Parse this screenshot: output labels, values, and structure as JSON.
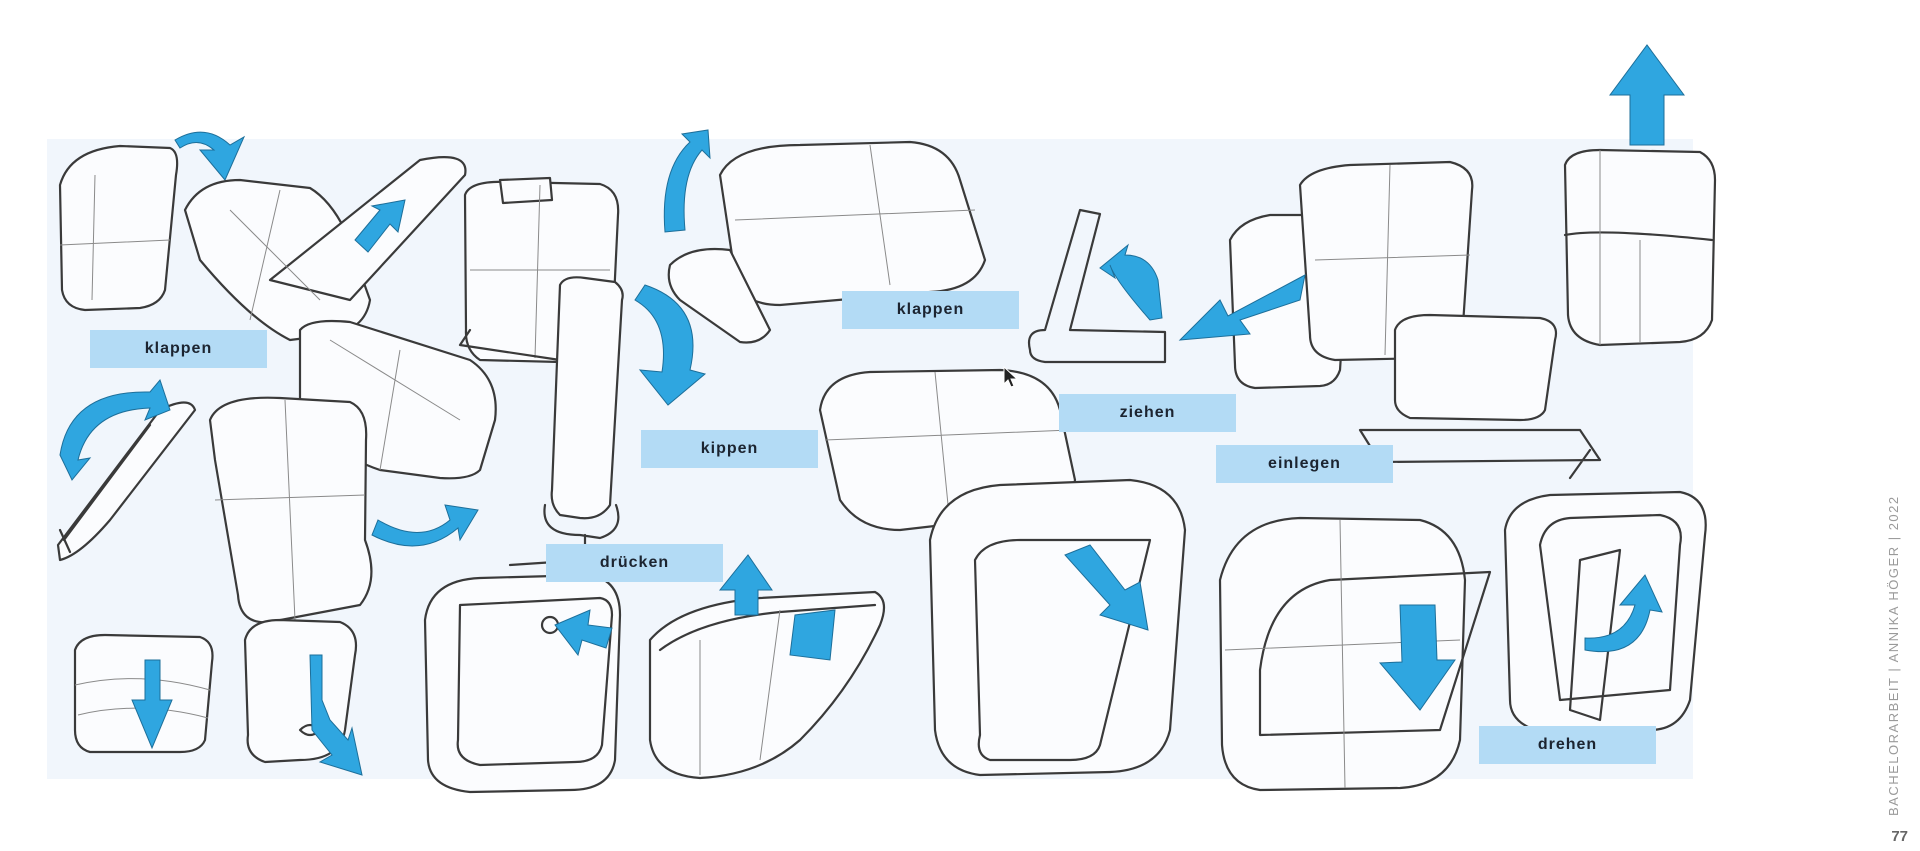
{
  "labels": {
    "klappen_1": "klappen",
    "klappen_2": "klappen",
    "kippen": "kippen",
    "druecken": "drücken",
    "ziehen": "ziehen",
    "einlegen": "einlegen",
    "drehen": "drehen"
  },
  "footer": {
    "credit": "BACHELORARBEIT  |  ANNIKA HÖGER  |  2022",
    "page_number": "77"
  },
  "colors": {
    "panel_background": "#f1f6fc",
    "label_background": "#b3dbf5",
    "arrow": "#2fa6e0"
  },
  "icons": [
    "arrow-cursor-icon",
    "direction-arrow-icon"
  ]
}
